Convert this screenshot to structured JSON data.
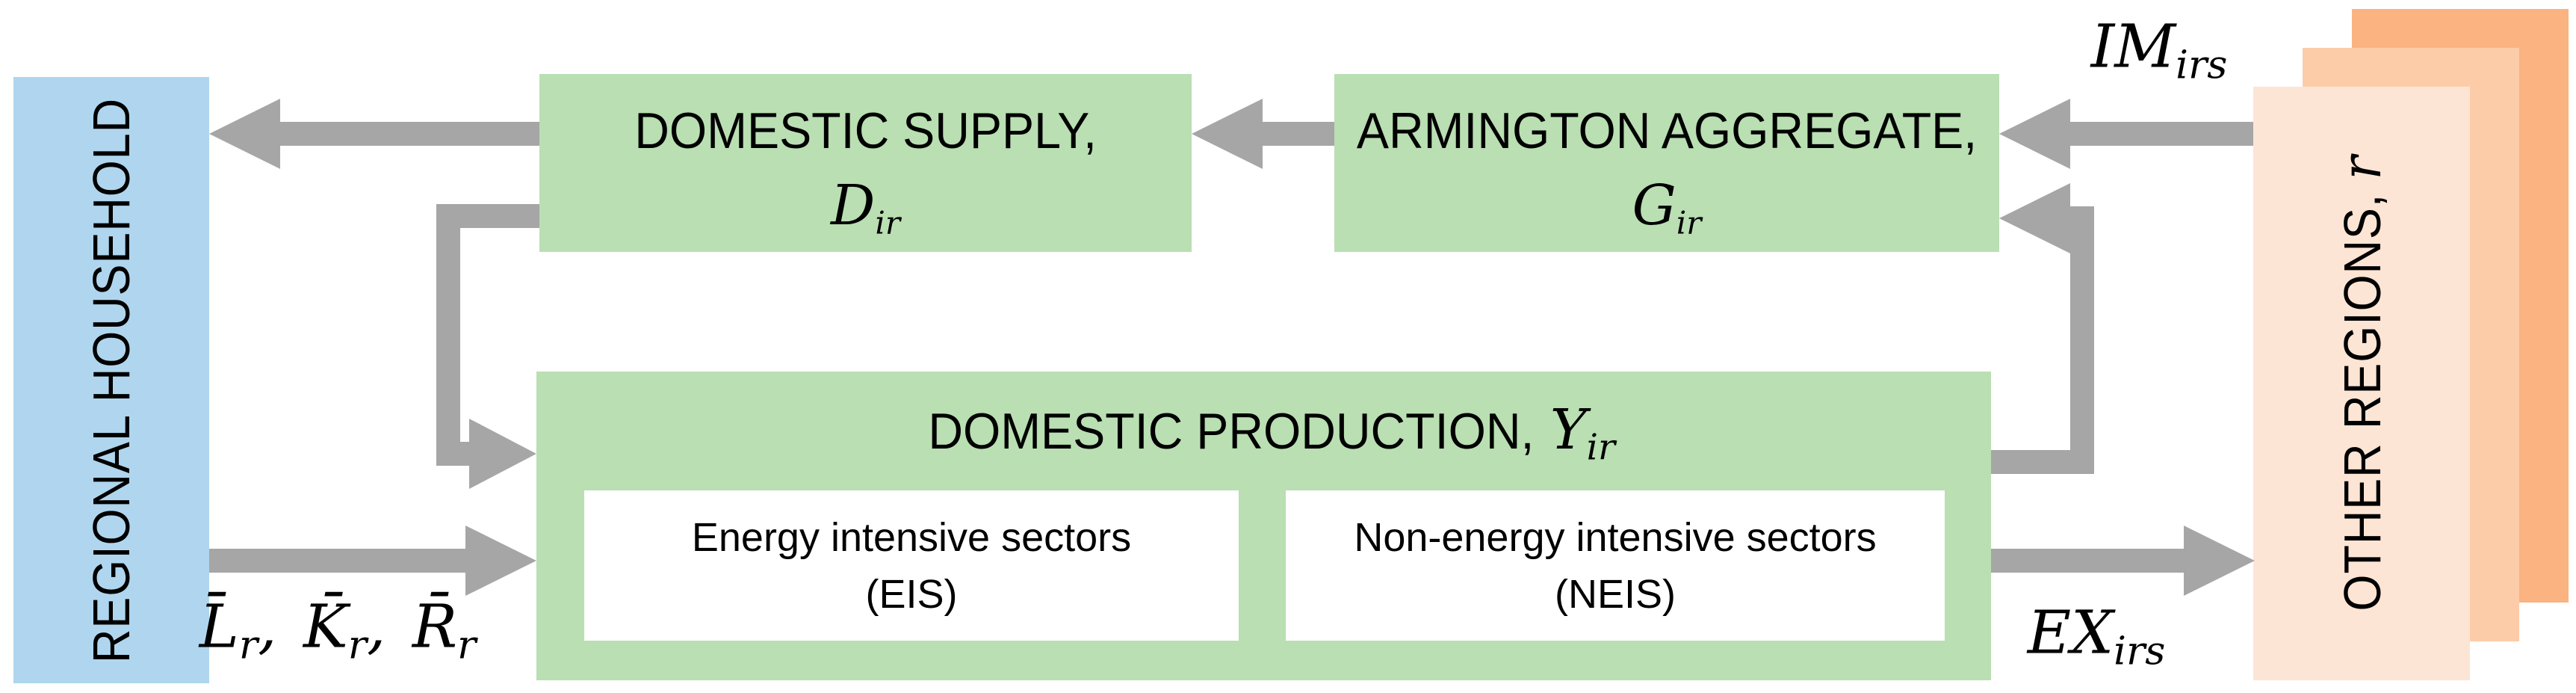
{
  "household": {
    "label": "REGIONAL HOUSEHOLD"
  },
  "domestic_supply": {
    "title": "DOMESTIC SUPPLY,",
    "symbol": "D",
    "symbol_sub": "ir"
  },
  "armington": {
    "title": "ARMINGTON AGGREGATE,",
    "symbol": "G",
    "symbol_sub": "ir"
  },
  "production": {
    "title": "DOMESTIC PRODUCTION,",
    "symbol": "Y",
    "symbol_sub": "ir",
    "eis": {
      "line1": "Energy intensive sectors",
      "line2": "(EIS)"
    },
    "neis": {
      "line1": "Non-energy intensive sectors",
      "line2": "(NEIS)"
    }
  },
  "other_regions": {
    "label": "OTHER REGIONS,",
    "symbol": "r"
  },
  "flows": {
    "imports": {
      "main": "IM",
      "sub": "irs"
    },
    "exports": {
      "main": "EX",
      "sub": "irs"
    },
    "endowments": {
      "labor": "L̄",
      "labor_sub": "r",
      "capital": "K̄",
      "capital_sub": "r",
      "resource": "R̄",
      "resource_sub": "r",
      "sep": ", "
    }
  },
  "colors": {
    "box_green": "#B9DFB2",
    "box_blue": "#AFD6EE",
    "orange_back": "#FAB381",
    "orange_middle": "#FCCCA9",
    "orange_front": "#FDE5D5",
    "arrow_gray": "#A6A6A6",
    "inner_box_white": "#FFFFFF",
    "text": "#000000"
  }
}
